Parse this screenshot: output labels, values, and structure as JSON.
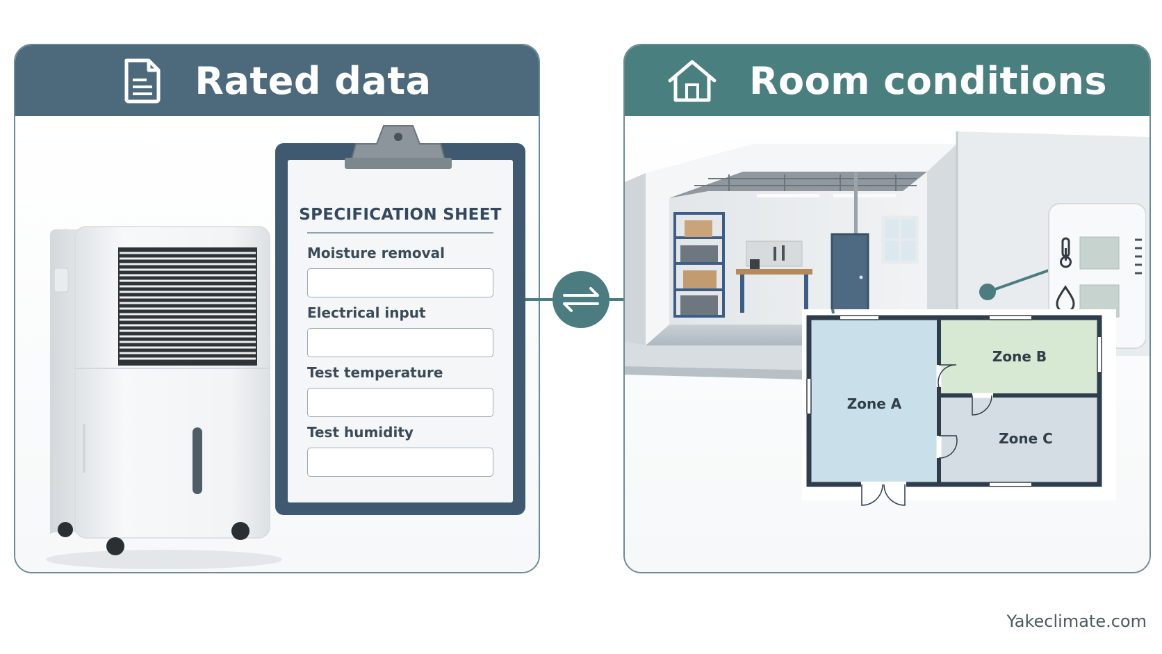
{
  "panels": {
    "left": {
      "title": "Rated data",
      "icon": "document-icon"
    },
    "right": {
      "title": "Room conditions",
      "icon": "house-icon"
    }
  },
  "spec_sheet": {
    "title": "SPECIFICATION SHEET",
    "fields": [
      {
        "label": "Moisture removal",
        "value": ""
      },
      {
        "label": "Electrical input",
        "value": ""
      },
      {
        "label": "Test temperature",
        "value": ""
      },
      {
        "label": "Test humidity",
        "value": ""
      }
    ]
  },
  "connector": {
    "icon": "bidirectional-arrow-icon"
  },
  "sensor": {
    "icons": [
      "thermometer-icon",
      "water-drop-icon"
    ]
  },
  "floor_plan": {
    "zones": [
      {
        "label": "Zone A",
        "color": "#c9dfe9"
      },
      {
        "label": "Zone B",
        "color": "#d7e8d3"
      },
      {
        "label": "Zone C",
        "color": "#d5dde4"
      }
    ]
  },
  "footer": {
    "site": "Yakeclimate.com"
  },
  "colors": {
    "rated_header": "#4d6a7c",
    "room_header": "#4a7f80",
    "connector": "#4b7c80",
    "clipboard": "#3f5a70"
  }
}
